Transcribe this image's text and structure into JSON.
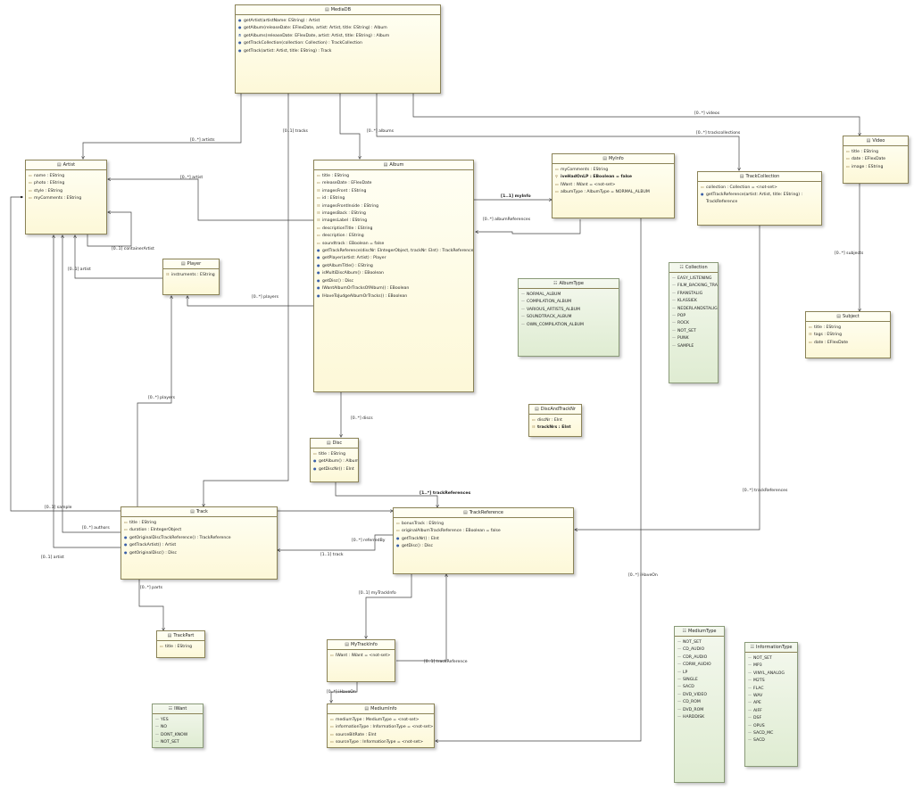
{
  "classes": {
    "mediadb": {
      "name": "MediaDB",
      "kind": "class",
      "rows": [
        {
          "t": "op",
          "text": "getArtist(artistName: EString) : Artist"
        },
        {
          "t": "op",
          "text": "getAlbum(releaseDate: EFlexDate, artist: Artist, title: EString) : Album"
        },
        {
          "t": "op2",
          "text": "getAlbums(releaseDate: EFlexDate, artist: Artist, title: EString) : Album"
        },
        {
          "t": "op",
          "text": "getTrackCollection(collection: Collection) : TrackCollection"
        },
        {
          "t": "op",
          "text": "getTrack(artist: Artist, title: EString) : Track"
        }
      ]
    },
    "artist": {
      "name": "Artist",
      "kind": "class",
      "rows": [
        {
          "t": "attr",
          "text": "name : EString"
        },
        {
          "t": "attr",
          "text": "photo : EString"
        },
        {
          "t": "attr",
          "text": "style : EString"
        },
        {
          "t": "attr",
          "text": "myComments : EString"
        }
      ]
    },
    "album": {
      "name": "Album",
      "kind": "class",
      "rows": [
        {
          "t": "attr",
          "text": "title : EString"
        },
        {
          "t": "attr",
          "text": "releaseDate : EFlexDate"
        },
        {
          "t": "multi",
          "text": "imagesFront : EString"
        },
        {
          "t": "attr",
          "text": "id : EString"
        },
        {
          "t": "multi",
          "text": "imagesFrontInside : EString"
        },
        {
          "t": "multi",
          "text": "imagesBack : EString"
        },
        {
          "t": "multi",
          "text": "imagesLabel : EString"
        },
        {
          "t": "attr",
          "text": "descriptionTitle : EString"
        },
        {
          "t": "attr",
          "text": "description : EString"
        },
        {
          "t": "attr",
          "text": "soundtrack : EBoolean = false"
        },
        {
          "t": "op",
          "text": "getTrackReference(discNr: EIntegerObject, trackNr: EInt) : TrackReference"
        },
        {
          "t": "op",
          "text": "getPlayer(artist: Artist) : Player"
        },
        {
          "t": "op",
          "text": "getAlbumTitle() : EString"
        },
        {
          "t": "op",
          "text": "isMultiDiscAlbum() : EBoolean"
        },
        {
          "t": "op",
          "text": "getDisc() : Disc"
        },
        {
          "t": "op",
          "text": "IWantAlbumOrTracksOfAlbum() : EBoolean"
        },
        {
          "t": "op",
          "text": "IHaveToJudgeAlbumOrTracks() : EBoolean"
        }
      ]
    },
    "myinfo": {
      "name": "MyInfo",
      "kind": "class",
      "rows": [
        {
          "t": "attr",
          "text": "myComments : EString"
        },
        {
          "t": "key",
          "text": "iveHadOnLP : EBoolean = false",
          "bold": true
        },
        {
          "t": "attr",
          "text": "IWant : IWant = <not-set>"
        },
        {
          "t": "attr",
          "text": "albumType : AlbumType = NORMAL_ALBUM"
        }
      ]
    },
    "trackcollection": {
      "name": "TrackCollection",
      "kind": "class",
      "rows": [
        {
          "t": "attr",
          "text": "collection : Collection = <not-set>"
        },
        {
          "t": "op",
          "text": "getTrackReference(artist: Artist, title: EString) :"
        },
        {
          "t": "none",
          "text": "TrackReference"
        }
      ]
    },
    "video": {
      "name": "Video",
      "kind": "class",
      "rows": [
        {
          "t": "attr",
          "text": "title : EString"
        },
        {
          "t": "attr",
          "text": "date : EFlexDate"
        },
        {
          "t": "attr",
          "text": "image : EString"
        }
      ]
    },
    "player": {
      "name": "Player",
      "kind": "class",
      "rows": [
        {
          "t": "multi",
          "text": "instruments : EString"
        }
      ]
    },
    "albumtype": {
      "name": "AlbumType",
      "kind": "enum",
      "rows": [
        {
          "t": "lit",
          "text": "NORMAL_ALBUM"
        },
        {
          "t": "lit",
          "text": "COMPILATION_ALBUM"
        },
        {
          "t": "lit",
          "text": "VARIOUS_ARTISTS_ALBUM"
        },
        {
          "t": "lit",
          "text": "SOUNDTRACK_ALBUM"
        },
        {
          "t": "lit",
          "text": "OWN_COMPILATION_ALBUM"
        }
      ]
    },
    "collection": {
      "name": "Collection",
      "kind": "enum",
      "rows": [
        {
          "t": "lit",
          "text": "EASY_LISTENING"
        },
        {
          "t": "lit",
          "text": "FILM_BACKING_TRACKS"
        },
        {
          "t": "lit",
          "text": "FRANSTALIG"
        },
        {
          "t": "lit",
          "text": "KLASSIEK"
        },
        {
          "t": "lit",
          "text": "NEDERLANDSTALIG"
        },
        {
          "t": "lit",
          "text": "POP"
        },
        {
          "t": "lit",
          "text": "ROCK"
        },
        {
          "t": "lit",
          "text": "NOT_SET"
        },
        {
          "t": "lit",
          "text": "PUNK"
        },
        {
          "t": "lit",
          "text": "SAMPLE"
        }
      ]
    },
    "subject": {
      "name": "Subject",
      "kind": "class",
      "rows": [
        {
          "t": "attr",
          "text": "title : EString"
        },
        {
          "t": "multi",
          "text": "tags : EString"
        },
        {
          "t": "attr",
          "text": "date : EFlexDate"
        }
      ]
    },
    "discandtracknr": {
      "name": "DiscAndTrackNr",
      "kind": "class",
      "rows": [
        {
          "t": "attr",
          "text": "discNr : EInt"
        },
        {
          "t": "multi",
          "text": "trackNrs : EInt",
          "bold": true
        }
      ]
    },
    "disc": {
      "name": "Disc",
      "kind": "class",
      "rows": [
        {
          "t": "attr",
          "text": "title : EString"
        },
        {
          "t": "op",
          "text": "getAlbum() : Album"
        },
        {
          "t": "op",
          "text": "getDiscNr() : EInt"
        }
      ]
    },
    "track": {
      "name": "Track",
      "kind": "class",
      "rows": [
        {
          "t": "attr",
          "text": "title : EString"
        },
        {
          "t": "attr",
          "text": "duration : EIntegerObject"
        },
        {
          "t": "op",
          "text": "getOriginalDiscTrackReference() : TrackReference"
        },
        {
          "t": "op",
          "text": "getTrackArtist() : Artist"
        },
        {
          "t": "op",
          "text": "getOriginalDisc() : Disc"
        }
      ]
    },
    "trackreference": {
      "name": "TrackReference",
      "kind": "class",
      "rows": [
        {
          "t": "attr",
          "text": "bonusTrack : EString"
        },
        {
          "t": "attr",
          "text": "originalAlbumTrackReference : EBoolean = false"
        },
        {
          "t": "op",
          "text": "getTrackNr() : EInt"
        },
        {
          "t": "op",
          "text": "getDisc() : Disc"
        }
      ]
    },
    "trackpart": {
      "name": "TrackPart",
      "kind": "class",
      "rows": [
        {
          "t": "attr",
          "text": "title : EString"
        }
      ]
    },
    "mytrackinfo": {
      "name": "MyTrackInfo",
      "kind": "class",
      "rows": [
        {
          "t": "attr",
          "text": "IWant : IWant = <not-set>"
        }
      ]
    },
    "iwant": {
      "name": "IWant",
      "kind": "enum",
      "rows": [
        {
          "t": "lit",
          "text": "YES"
        },
        {
          "t": "lit",
          "text": "NO"
        },
        {
          "t": "lit",
          "text": "DONT_KNOW"
        },
        {
          "t": "lit",
          "text": "NOT_SET"
        }
      ]
    },
    "mediuminfo": {
      "name": "MediumInfo",
      "kind": "class",
      "rows": [
        {
          "t": "attr",
          "text": "mediumType : MediumType = <not-set>"
        },
        {
          "t": "attr",
          "text": "informationType : InformationType = <not-set>"
        },
        {
          "t": "attr",
          "text": "sourceBitRate : EInt"
        },
        {
          "t": "attr",
          "text": "sourceType : InformationType = <not-set>"
        }
      ]
    },
    "mediumtype": {
      "name": "MediumType",
      "kind": "enum",
      "rows": [
        {
          "t": "lit",
          "text": "NOT_SET"
        },
        {
          "t": "lit",
          "text": "CD_AUDIO"
        },
        {
          "t": "lit",
          "text": "CDR_AUDIO"
        },
        {
          "t": "lit",
          "text": "CDRW_AUDIO"
        },
        {
          "t": "lit",
          "text": "LP"
        },
        {
          "t": "lit",
          "text": "SINGLE"
        },
        {
          "t": "lit",
          "text": "SACD"
        },
        {
          "t": "lit",
          "text": "DVD_VIDEO"
        },
        {
          "t": "lit",
          "text": "CD_ROM"
        },
        {
          "t": "lit",
          "text": "DVD_ROM"
        },
        {
          "t": "lit",
          "text": "HARDDISK"
        }
      ]
    },
    "informationtype": {
      "name": "InformationType",
      "kind": "enum",
      "rows": [
        {
          "t": "lit",
          "text": "NOT_SET"
        },
        {
          "t": "lit",
          "text": "MP3"
        },
        {
          "t": "lit",
          "text": "VINYL_ANALOG"
        },
        {
          "t": "lit",
          "text": "M2TS"
        },
        {
          "t": "lit",
          "text": "FLAC"
        },
        {
          "t": "lit",
          "text": "WAV"
        },
        {
          "t": "lit",
          "text": "APE"
        },
        {
          "t": "lit",
          "text": "AIFF"
        },
        {
          "t": "lit",
          "text": "DSF"
        },
        {
          "t": "lit",
          "text": "OPUS"
        },
        {
          "t": "lit",
          "text": "SACD_MC"
        },
        {
          "t": "lit",
          "text": "SACD"
        }
      ]
    }
  },
  "edges": {
    "artists": "[0..*] artists",
    "tracks": "[0..1] tracks",
    "albums": "[0..*] albums",
    "videos": "[0..*] videos",
    "trackcollections": "[0..*] trackcollections",
    "artist_album": "[0..*] artist",
    "myinfo": "[1..1] myInfo",
    "albumreferences": "[0..*] albumReferences",
    "containerartist": "[0..1] containerArtist",
    "player_artist": "[0..1] artist",
    "subjects": "[0..*] subjects",
    "players": "[0..*] players",
    "track_players": "[0..*] players",
    "discs": "[0..*] discs",
    "trackreferences_disc": "[1..*] trackReferences",
    "trackreferences_tc": "[0..*] trackReferences",
    "sample": "[0..1] sample",
    "authors": "[0..*] authors",
    "referredby": "[0..*] referredBy",
    "track_artist": "[0..1] artist",
    "track_track": "[1..1] track",
    "parts": "[0..*] parts",
    "mytrackinfo": "[0..1] myTrackInfo",
    "mti_trackreference": "[0..1] trackReference",
    "ihaveon_myinfo": "[0..*] iHaveOn",
    "ihaveon_mti": "[0..*] iHaveOn"
  }
}
